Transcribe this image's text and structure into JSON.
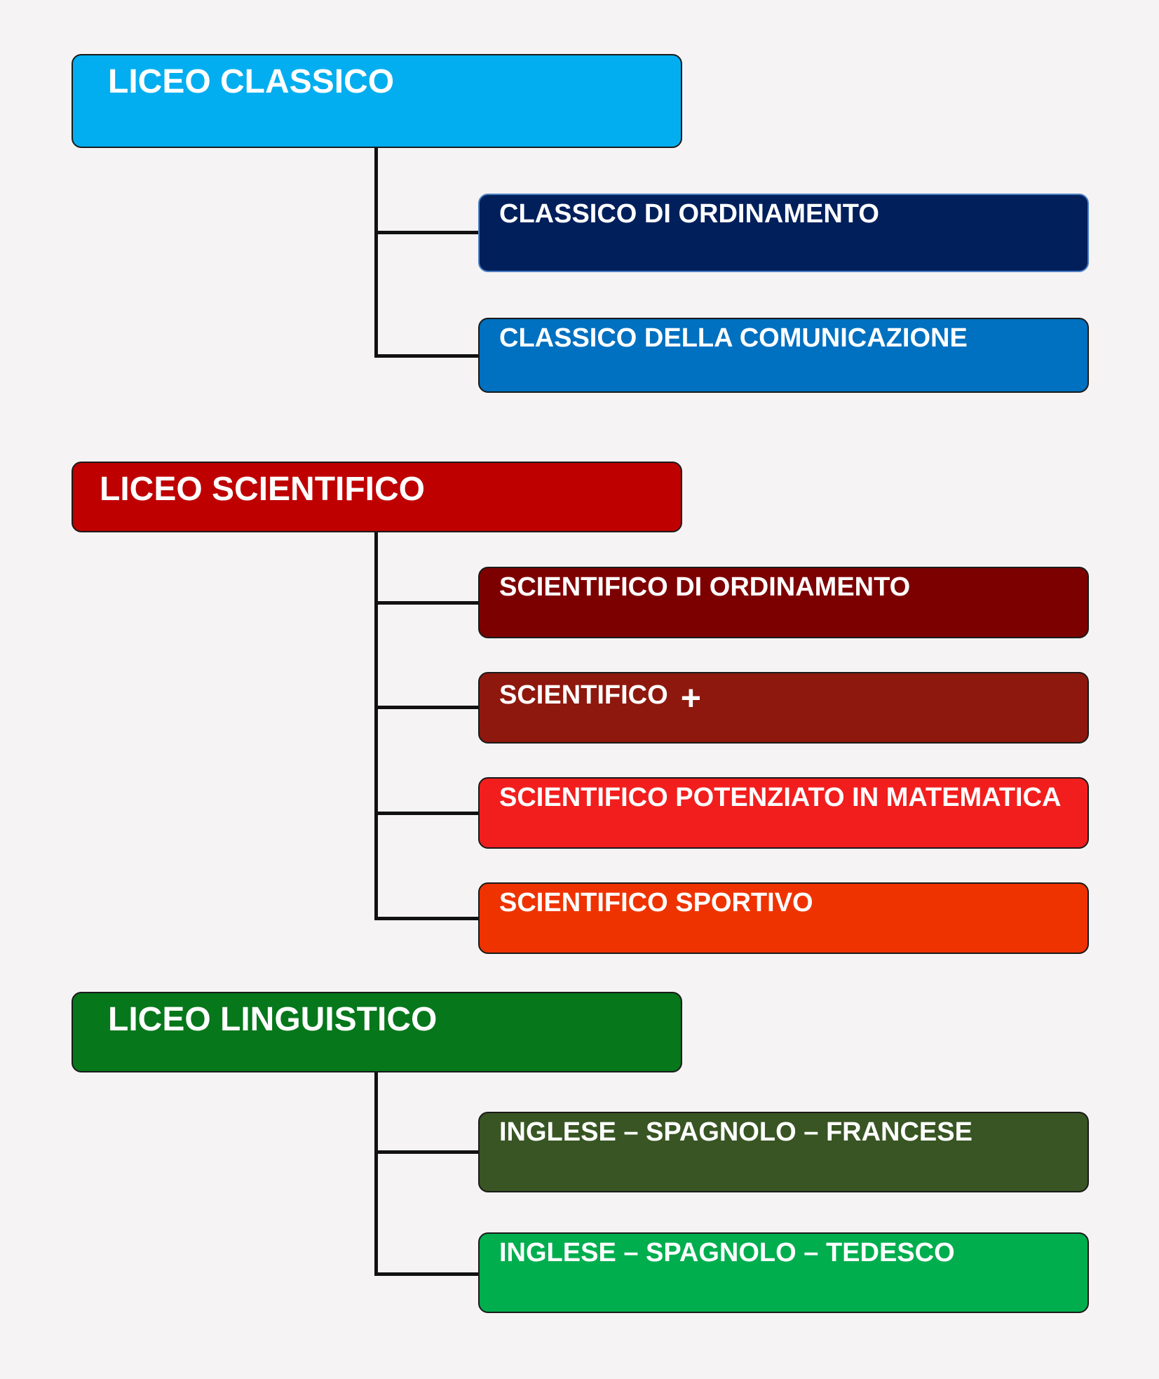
{
  "groups": [
    {
      "title": "LICEO CLASSICO",
      "color": "#02aeef",
      "items": [
        {
          "label": "CLASSICO DI ORDINAMENTO",
          "color": "#001f5b"
        },
        {
          "label": "CLASSICO DELLA COMUNICAZIONE",
          "color": "#0070c0"
        }
      ]
    },
    {
      "title": "LICEO SCIENTIFICO",
      "color": "#bf0000",
      "items": [
        {
          "label": "SCIENTIFICO DI ORDINAMENTO",
          "color": "#7d0000"
        },
        {
          "label": "SCIENTIFICO",
          "suffix_icon": "plus-icon",
          "suffix_symbol": "+",
          "color": "#8e180d"
        },
        {
          "label": "SCIENTIFICO POTENZIATO IN MATEMATICA",
          "color": "#f21e1e"
        },
        {
          "label": "SCIENTIFICO SPORTIVO",
          "color": "#ee3300"
        }
      ]
    },
    {
      "title": "LICEO LINGUISTICO",
      "color": "#06771b",
      "items": [
        {
          "label": "INGLESE – SPAGNOLO – FRANCESE",
          "color": "#385523"
        },
        {
          "label": "INGLESE – SPAGNOLO – TEDESCO",
          "color": "#00ae4e"
        }
      ]
    }
  ]
}
